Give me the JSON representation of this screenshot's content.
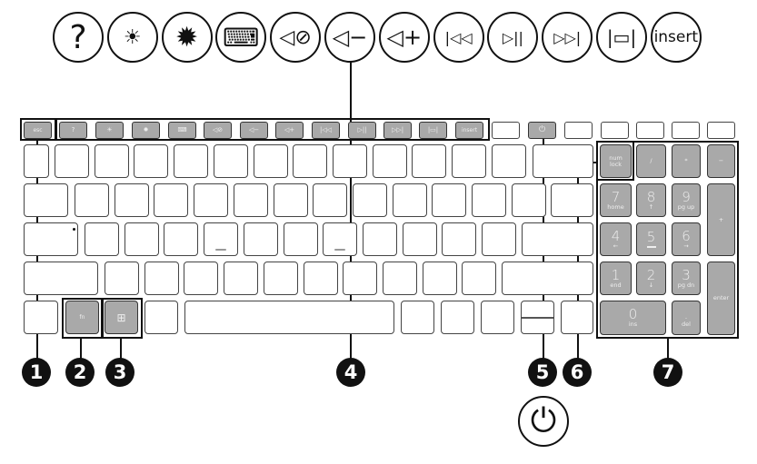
{
  "top_icons": [
    {
      "icon": "help-icon",
      "text": "?"
    },
    {
      "icon": "brightness-down-icon",
      "text": ""
    },
    {
      "icon": "brightness-up-icon",
      "text": ""
    },
    {
      "icon": "keyboard-backlight-icon",
      "text": ""
    },
    {
      "icon": "mute-icon",
      "text": ""
    },
    {
      "icon": "volume-down-icon",
      "text": ""
    },
    {
      "icon": "volume-up-icon",
      "text": ""
    },
    {
      "icon": "previous-track-icon",
      "text": ""
    },
    {
      "icon": "play-pause-icon",
      "text": ""
    },
    {
      "icon": "next-track-icon",
      "text": ""
    },
    {
      "icon": "switch-display-icon",
      "text": ""
    },
    {
      "icon": "insert-icon",
      "text": "insert"
    }
  ],
  "keys": {
    "esc": "esc",
    "f12": "insert",
    "fn": "fn",
    "num_lock": "num lock",
    "divide": "/",
    "multiply": "*",
    "minus": "−",
    "plus": "+",
    "enter": "enter",
    "n7": {
      "main": "7",
      "sub": "home"
    },
    "n8": {
      "main": "8",
      "sub": "↑"
    },
    "n9": {
      "main": "9",
      "sub": "pg up"
    },
    "n4": {
      "main": "4",
      "sub": "←"
    },
    "n5": {
      "main": "5",
      "sub": ""
    },
    "n6": {
      "main": "6",
      "sub": "→"
    },
    "n1": {
      "main": "1",
      "sub": "end"
    },
    "n2": {
      "main": "2",
      "sub": "↓"
    },
    "n3": {
      "main": "3",
      "sub": "pg dn"
    },
    "n0": {
      "main": "0",
      "sub": "ins"
    },
    "dot": {
      "main": ".",
      "sub": "del"
    }
  },
  "callouts": [
    "1",
    "2",
    "3",
    "4",
    "5",
    "6",
    "7"
  ],
  "colors": {
    "key_highlight": "#a9a9a9",
    "outline": "#111111"
  }
}
